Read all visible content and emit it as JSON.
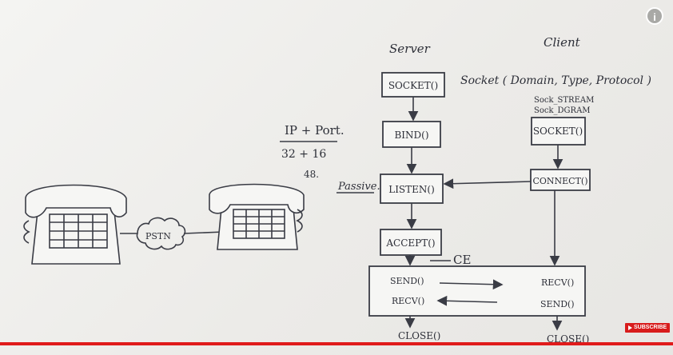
{
  "labels": {
    "server": "Server",
    "client": "Client",
    "socket_sig": "Socket ( Domain, Type, Protocol )",
    "sock_stream": "Sock_STREAM",
    "sock_dgram": "Sock_DGRAM",
    "ip_port": "IP + Port.",
    "bits": "32 + 16",
    "total": "48.",
    "passive": "Passive.",
    "ce": "CE",
    "pstn": "PSTN"
  },
  "server_calls": [
    "SOCKET()",
    "BIND()",
    "LISTEN()",
    "ACCEPT()"
  ],
  "client_calls": [
    "SOCKET()",
    "CONNECT()"
  ],
  "exchange": {
    "server_send": "SEND()",
    "server_recv": "RECV()",
    "client_recv": "RECV()",
    "client_send": "SEND()"
  },
  "close": {
    "server": "CLOSE()",
    "client": "CLOSE()"
  },
  "player": {
    "info_icon": "i",
    "subscribe": "SUBSCRIBE",
    "progress": 1.0,
    "progress_color": "#e01b1b"
  }
}
